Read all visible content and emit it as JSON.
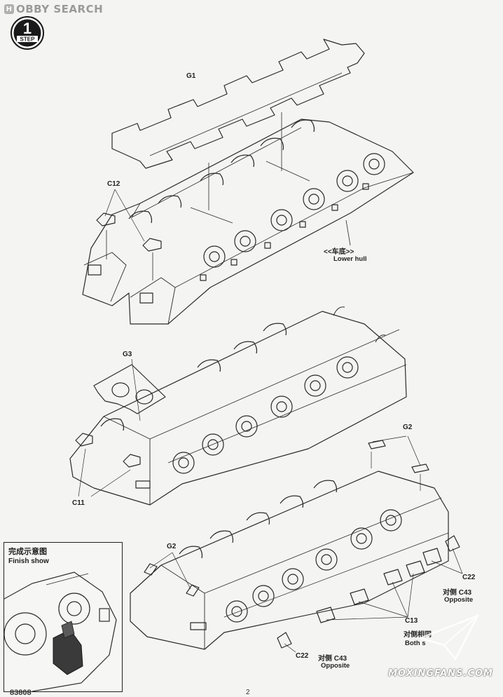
{
  "watermark": {
    "badge": "H",
    "text": "OBBY SEARCH"
  },
  "step": {
    "number": "1",
    "label": "STEP"
  },
  "parts": {
    "g1": "G1",
    "c12": "C12",
    "g3": "G3",
    "c11": "C11",
    "g2_top": "G2",
    "g2_inset": "G2",
    "c22_right": "C22",
    "c22_bottom": "C22",
    "c13": "C13",
    "opposite_c43_right_cn": "对侧 C43",
    "opposite_right_en": "Opposite",
    "opposite_c43_bottom_cn": "对侧 C43",
    "opposite_bottom_en": "Opposite",
    "both_sides_cn": "对侧相同",
    "both_sides_en": "Both s"
  },
  "lower_hull": {
    "cn": "<<车底>>",
    "en": "Lower hull"
  },
  "finish_show": {
    "cn": "完成示意图",
    "en": "Finish show"
  },
  "footer": {
    "site": "MOXINGFANS.COM",
    "code": "83808",
    "page": "2"
  }
}
